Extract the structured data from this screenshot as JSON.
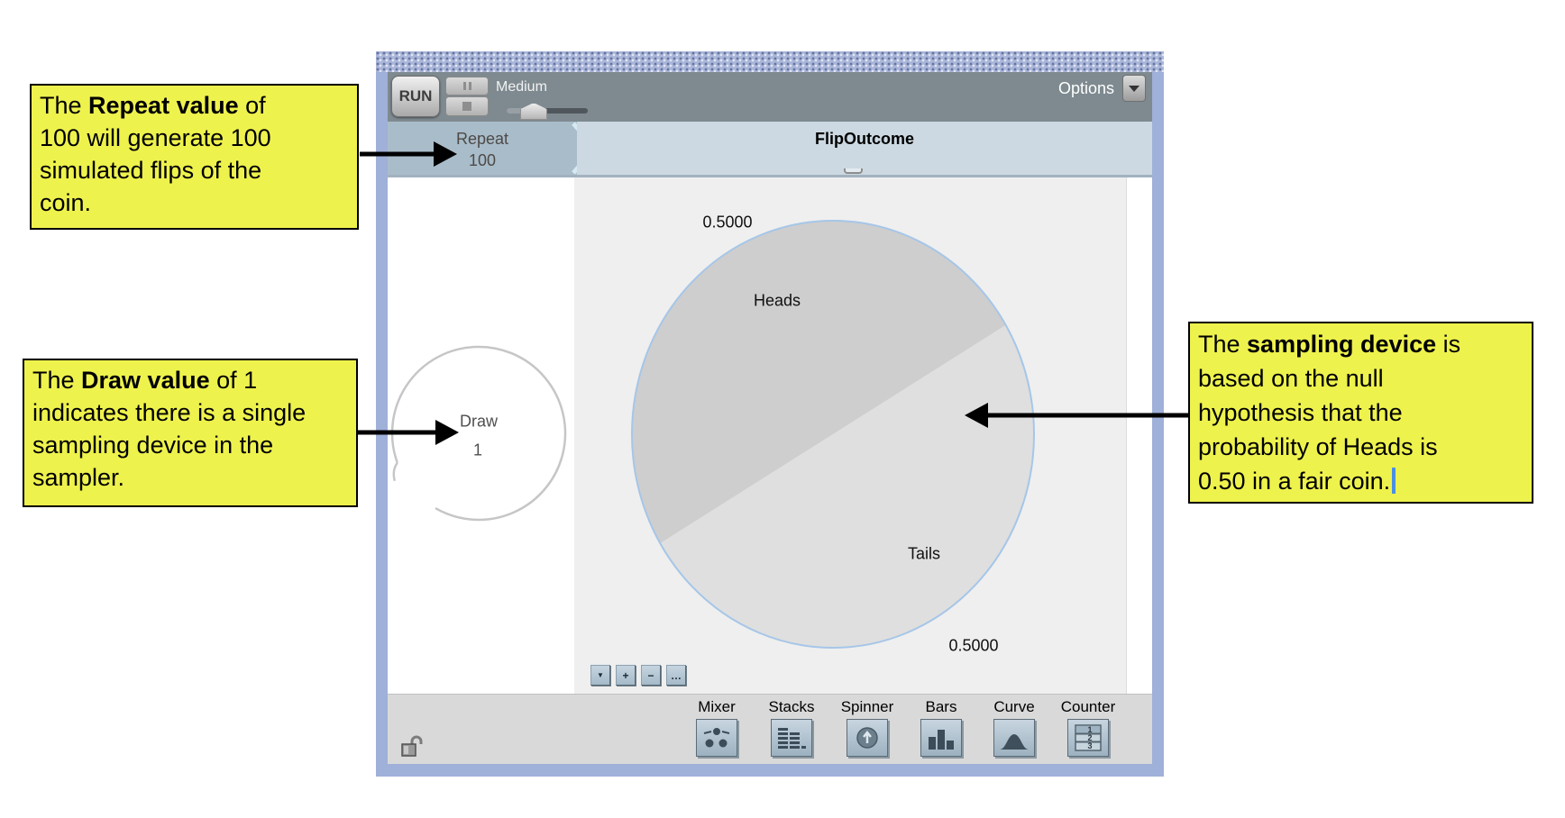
{
  "toolbar": {
    "run_label": "RUN",
    "speed_label": "Medium",
    "options_label": "Options"
  },
  "sampler": {
    "repeat_label": "Repeat",
    "repeat_value": "100",
    "column_title": "FlipOutcome",
    "draw_label": "Draw",
    "draw_value": "1",
    "panel_buttons": [
      "▼",
      "+",
      "−",
      "…"
    ],
    "spinner": {
      "type": "pie",
      "top_value": "0.5000",
      "bottom_value": "0.5000",
      "sectors": [
        {
          "label": "Heads",
          "proportion": 0.5
        },
        {
          "label": "Tails",
          "proportion": 0.5
        }
      ]
    }
  },
  "device_bar": {
    "lock_icon": "unlock-icon",
    "devices": [
      {
        "label": "Mixer",
        "icon": "mixer-icon"
      },
      {
        "label": "Stacks",
        "icon": "stacks-icon"
      },
      {
        "label": "Spinner",
        "icon": "spinner-icon"
      },
      {
        "label": "Bars",
        "icon": "bars-icon"
      },
      {
        "label": "Curve",
        "icon": "curve-icon"
      },
      {
        "label": "Counter",
        "icon": "counter-icon",
        "rows": [
          "1",
          "2",
          "3"
        ]
      }
    ]
  },
  "annotations": [
    {
      "text": "The **Repeat value** of\n100 will generate 100\nsimulated flips of the\ncoin."
    },
    {
      "text": "The **Draw value** of 1\nindicates there is a single\nsampling device in the\nsampler."
    },
    {
      "text": "The **sampling device** is\nbased on the null\nhypothesis that the\nprobability of Heads is\n0.50 in a fair coin.",
      "has_text_cursor": true
    }
  ],
  "colors": {
    "annotation_bg": "#eef24d",
    "window_border": "#9fb0d9",
    "toolbar_bg": "#7e8a90",
    "header_left_bg": "#a9bcc9",
    "header_right_bg": "#ccd9e2",
    "panel_bg": "#efefef",
    "heads_fill": "#cecece",
    "tails_fill": "#dfdfdf",
    "pie_outline": "#a6c6e8",
    "text_cursor": "#4a90e2"
  }
}
